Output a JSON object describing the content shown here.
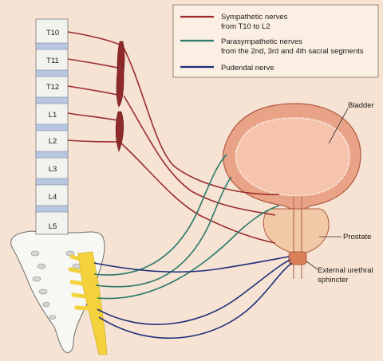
{
  "legend": {
    "items": [
      {
        "lines": [
          "Sympathetic nerves",
          "from T10 to L2"
        ],
        "color": "#9b2b2e"
      },
      {
        "lines": [
          "Parasympathetic nerves",
          "from the 2nd, 3rd and 4th sacral segments"
        ],
        "color": "#2c7a6a"
      },
      {
        "lines": [
          "Pudendal nerve"
        ],
        "color": "#1e2f7a"
      }
    ]
  },
  "vertebrae": [
    "T10",
    "T11",
    "T12",
    "L1",
    "L2",
    "L3",
    "L4",
    "L5"
  ],
  "organs": {
    "bladder": "Bladder",
    "prostate": "Prostate",
    "sphincter_line1": "External urethral",
    "sphincter_line2": "sphincter"
  }
}
